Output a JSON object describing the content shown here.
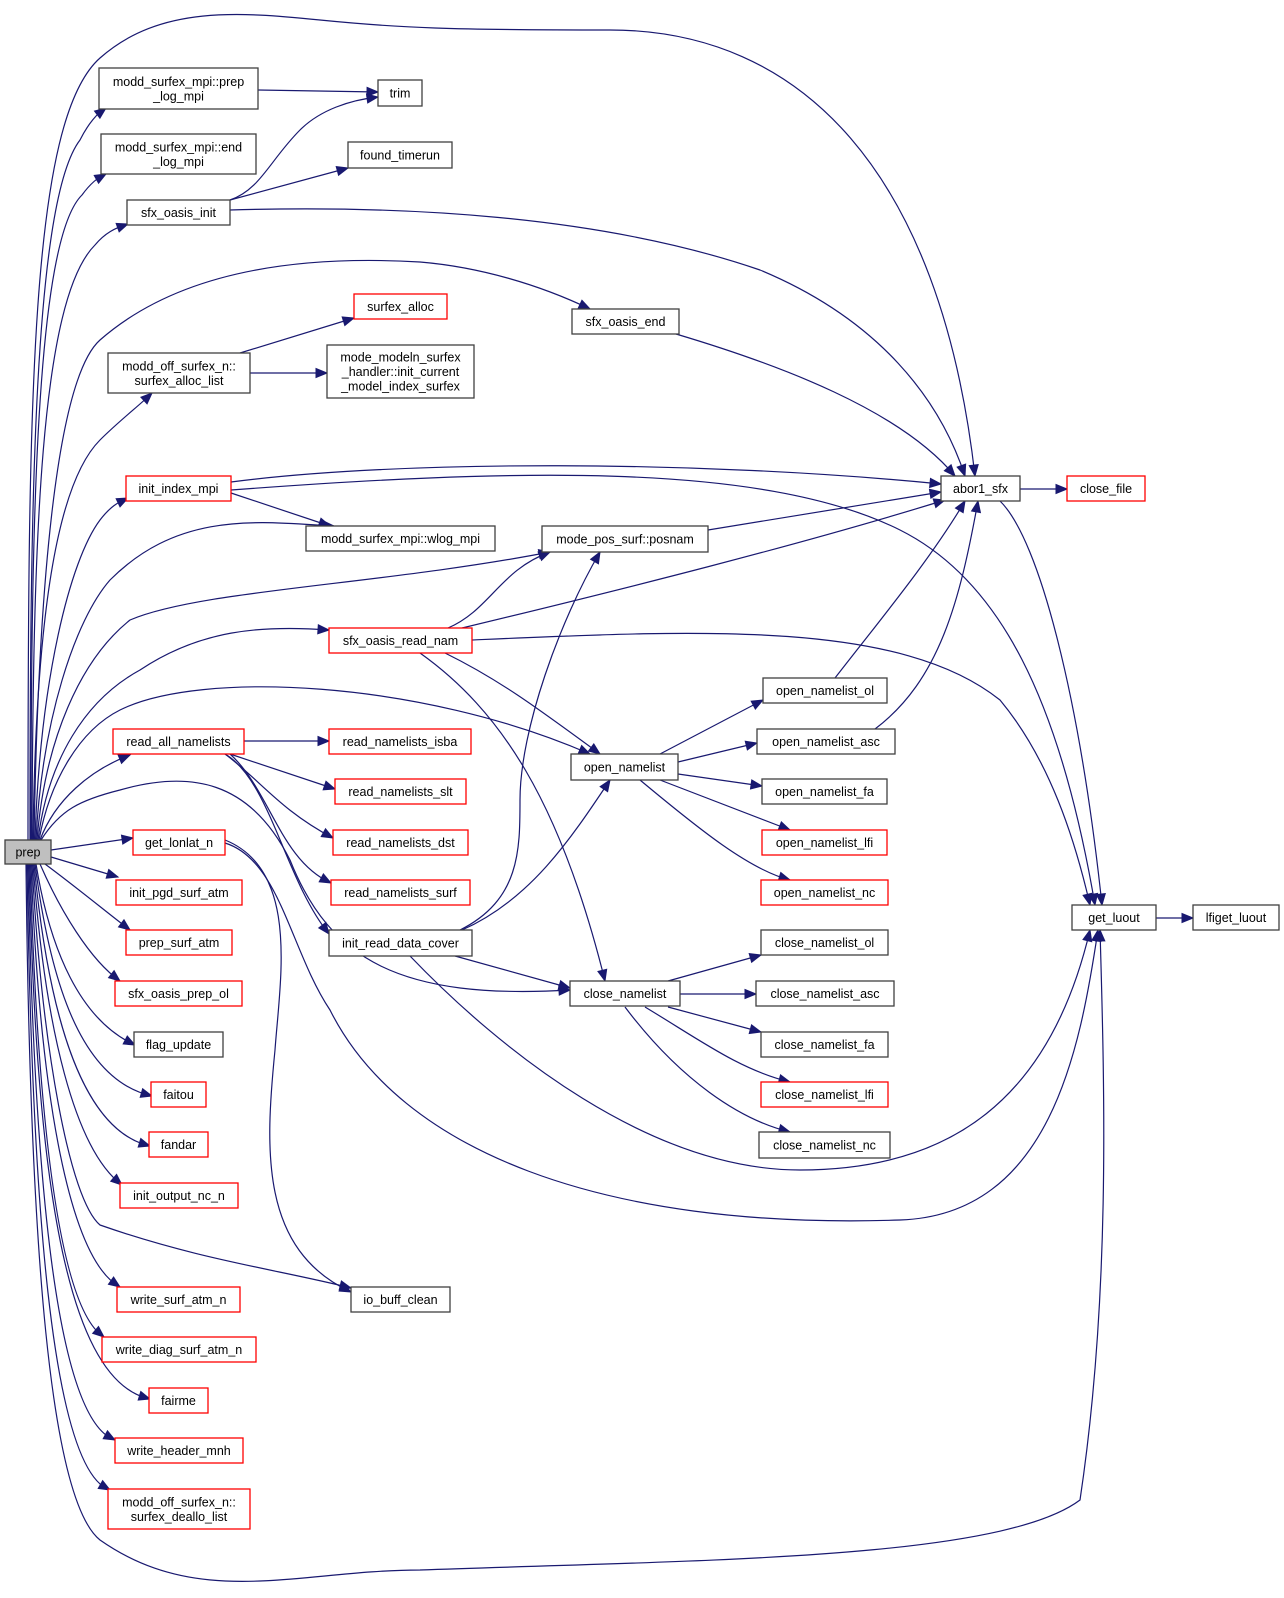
{
  "diagram": {
    "type": "call-graph",
    "root": "prep",
    "colors": {
      "edge": "#191970",
      "border_documented": "#404040",
      "border_truncated": "#ff0000",
      "root_fill": "#bfbfbf"
    },
    "nodes": [
      {
        "id": "prep",
        "lines": [
          "prep"
        ],
        "kind": "root"
      },
      {
        "id": "prep_log_mpi",
        "lines": [
          "modd_surfex_mpi::prep",
          "_log_mpi"
        ],
        "kind": "normal"
      },
      {
        "id": "end_log_mpi",
        "lines": [
          "modd_surfex_mpi::end",
          "_log_mpi"
        ],
        "kind": "normal"
      },
      {
        "id": "sfx_oasis_init",
        "lines": [
          "sfx_oasis_init"
        ],
        "kind": "normal"
      },
      {
        "id": "trim",
        "lines": [
          "trim"
        ],
        "kind": "normal"
      },
      {
        "id": "found_timerun",
        "lines": [
          "found_timerun"
        ],
        "kind": "normal"
      },
      {
        "id": "surfex_alloc",
        "lines": [
          "surfex_alloc"
        ],
        "kind": "truncated"
      },
      {
        "id": "sfx_oasis_end",
        "lines": [
          "sfx_oasis_end"
        ],
        "kind": "normal"
      },
      {
        "id": "surfex_alloc_list",
        "lines": [
          "modd_off_surfex_n::",
          "surfex_alloc_list"
        ],
        "kind": "normal"
      },
      {
        "id": "init_current_model",
        "lines": [
          "mode_modeln_surfex",
          "_handler::init_current",
          "_model_index_surfex"
        ],
        "kind": "normal"
      },
      {
        "id": "init_index_mpi",
        "lines": [
          "init_index_mpi"
        ],
        "kind": "truncated"
      },
      {
        "id": "wlog_mpi",
        "lines": [
          "modd_surfex_mpi::wlog_mpi"
        ],
        "kind": "normal"
      },
      {
        "id": "posnam",
        "lines": [
          "mode_pos_surf::posnam"
        ],
        "kind": "normal"
      },
      {
        "id": "abor1_sfx",
        "lines": [
          "abor1_sfx"
        ],
        "kind": "normal"
      },
      {
        "id": "close_file",
        "lines": [
          "close_file"
        ],
        "kind": "truncated"
      },
      {
        "id": "sfx_oasis_read_nam",
        "lines": [
          "sfx_oasis_read_nam"
        ],
        "kind": "truncated"
      },
      {
        "id": "open_namelist_ol",
        "lines": [
          "open_namelist_ol"
        ],
        "kind": "normal"
      },
      {
        "id": "read_all_namelists",
        "lines": [
          "read_all_namelists"
        ],
        "kind": "truncated"
      },
      {
        "id": "read_namelists_isba",
        "lines": [
          "read_namelists_isba"
        ],
        "kind": "truncated"
      },
      {
        "id": "open_namelist",
        "lines": [
          "open_namelist"
        ],
        "kind": "normal"
      },
      {
        "id": "open_namelist_asc",
        "lines": [
          "open_namelist_asc"
        ],
        "kind": "normal"
      },
      {
        "id": "read_namelists_slt",
        "lines": [
          "read_namelists_slt"
        ],
        "kind": "truncated"
      },
      {
        "id": "open_namelist_fa",
        "lines": [
          "open_namelist_fa"
        ],
        "kind": "normal"
      },
      {
        "id": "get_lonlat_n",
        "lines": [
          "get_lonlat_n"
        ],
        "kind": "truncated"
      },
      {
        "id": "read_namelists_dst",
        "lines": [
          "read_namelists_dst"
        ],
        "kind": "truncated"
      },
      {
        "id": "open_namelist_lfi",
        "lines": [
          "open_namelist_lfi"
        ],
        "kind": "truncated"
      },
      {
        "id": "init_pgd_surf_atm",
        "lines": [
          "init_pgd_surf_atm"
        ],
        "kind": "truncated"
      },
      {
        "id": "read_namelists_surf",
        "lines": [
          "read_namelists_surf"
        ],
        "kind": "truncated"
      },
      {
        "id": "open_namelist_nc",
        "lines": [
          "open_namelist_nc"
        ],
        "kind": "truncated"
      },
      {
        "id": "get_luout",
        "lines": [
          "get_luout"
        ],
        "kind": "normal"
      },
      {
        "id": "lfiget_luout",
        "lines": [
          "lfiget_luout"
        ],
        "kind": "normal"
      },
      {
        "id": "prep_surf_atm",
        "lines": [
          "prep_surf_atm"
        ],
        "kind": "truncated"
      },
      {
        "id": "init_read_data_cover",
        "lines": [
          "init_read_data_cover"
        ],
        "kind": "normal"
      },
      {
        "id": "close_namelist_ol",
        "lines": [
          "close_namelist_ol"
        ],
        "kind": "normal"
      },
      {
        "id": "sfx_oasis_prep_ol",
        "lines": [
          "sfx_oasis_prep_ol"
        ],
        "kind": "truncated"
      },
      {
        "id": "close_namelist",
        "lines": [
          "close_namelist"
        ],
        "kind": "normal"
      },
      {
        "id": "close_namelist_asc",
        "lines": [
          "close_namelist_asc"
        ],
        "kind": "normal"
      },
      {
        "id": "flag_update",
        "lines": [
          "flag_update"
        ],
        "kind": "normal"
      },
      {
        "id": "close_namelist_fa",
        "lines": [
          "close_namelist_fa"
        ],
        "kind": "normal"
      },
      {
        "id": "faitou",
        "lines": [
          "faitou"
        ],
        "kind": "truncated"
      },
      {
        "id": "close_namelist_lfi",
        "lines": [
          "close_namelist_lfi"
        ],
        "kind": "truncated"
      },
      {
        "id": "fandar",
        "lines": [
          "fandar"
        ],
        "kind": "truncated"
      },
      {
        "id": "close_namelist_nc",
        "lines": [
          "close_namelist_nc"
        ],
        "kind": "normal"
      },
      {
        "id": "init_output_nc_n",
        "lines": [
          "init_output_nc_n"
        ],
        "kind": "truncated"
      },
      {
        "id": "io_buff_clean",
        "lines": [
          "io_buff_clean"
        ],
        "kind": "normal"
      },
      {
        "id": "write_surf_atm_n",
        "lines": [
          "write_surf_atm_n"
        ],
        "kind": "truncated"
      },
      {
        "id": "write_diag_surf_atm_n",
        "lines": [
          "write_diag_surf_atm_n"
        ],
        "kind": "truncated"
      },
      {
        "id": "fairme",
        "lines": [
          "fairme"
        ],
        "kind": "truncated"
      },
      {
        "id": "write_header_mnh",
        "lines": [
          "write_header_mnh"
        ],
        "kind": "truncated"
      },
      {
        "id": "surfex_deallo_list",
        "lines": [
          "modd_off_surfex_n::",
          "surfex_deallo_list"
        ],
        "kind": "truncated"
      }
    ],
    "edges": [
      [
        "prep",
        "prep_log_mpi"
      ],
      [
        "prep",
        "end_log_mpi"
      ],
      [
        "prep",
        "sfx_oasis_init"
      ],
      [
        "prep",
        "abor1_sfx"
      ],
      [
        "prep",
        "sfx_oasis_end"
      ],
      [
        "prep",
        "surfex_alloc_list"
      ],
      [
        "prep",
        "init_index_mpi"
      ],
      [
        "prep",
        "wlog_mpi"
      ],
      [
        "prep",
        "posnam"
      ],
      [
        "prep",
        "sfx_oasis_read_nam"
      ],
      [
        "prep",
        "open_namelist"
      ],
      [
        "prep",
        "read_all_namelists"
      ],
      [
        "prep",
        "close_namelist"
      ],
      [
        "prep",
        "get_lonlat_n"
      ],
      [
        "prep",
        "init_pgd_surf_atm"
      ],
      [
        "prep",
        "prep_surf_atm"
      ],
      [
        "prep",
        "sfx_oasis_prep_ol"
      ],
      [
        "prep",
        "flag_update"
      ],
      [
        "prep",
        "faitou"
      ],
      [
        "prep",
        "fandar"
      ],
      [
        "prep",
        "init_output_nc_n"
      ],
      [
        "prep",
        "io_buff_clean"
      ],
      [
        "prep",
        "write_surf_atm_n"
      ],
      [
        "prep",
        "write_diag_surf_atm_n"
      ],
      [
        "prep",
        "fairme"
      ],
      [
        "prep",
        "write_header_mnh"
      ],
      [
        "prep",
        "surfex_deallo_list"
      ],
      [
        "prep",
        "get_luout"
      ],
      [
        "prep_log_mpi",
        "trim"
      ],
      [
        "sfx_oasis_init",
        "trim"
      ],
      [
        "sfx_oasis_init",
        "found_timerun"
      ],
      [
        "sfx_oasis_init",
        "abor1_sfx"
      ],
      [
        "surfex_alloc_list",
        "surfex_alloc"
      ],
      [
        "surfex_alloc_list",
        "init_current_model"
      ],
      [
        "sfx_oasis_end",
        "abor1_sfx"
      ],
      [
        "init_index_mpi",
        "abor1_sfx"
      ],
      [
        "init_index_mpi",
        "wlog_mpi"
      ],
      [
        "init_index_mpi",
        "get_luout"
      ],
      [
        "posnam",
        "abor1_sfx"
      ],
      [
        "abor1_sfx",
        "close_file"
      ],
      [
        "abor1_sfx",
        "get_luout"
      ],
      [
        "sfx_oasis_read_nam",
        "posnam"
      ],
      [
        "sfx_oasis_read_nam",
        "abor1_sfx"
      ],
      [
        "sfx_oasis_read_nam",
        "open_namelist"
      ],
      [
        "sfx_oasis_read_nam",
        "close_namelist"
      ],
      [
        "sfx_oasis_read_nam",
        "get_luout"
      ],
      [
        "open_namelist_ol",
        "abor1_sfx"
      ],
      [
        "open_namelist_asc",
        "abor1_sfx"
      ],
      [
        "read_all_namelists",
        "read_namelists_isba"
      ],
      [
        "read_all_namelists",
        "read_namelists_slt"
      ],
      [
        "read_all_namelists",
        "read_namelists_dst"
      ],
      [
        "read_all_namelists",
        "read_namelists_surf"
      ],
      [
        "read_all_namelists",
        "init_read_data_cover"
      ],
      [
        "open_namelist",
        "open_namelist_ol"
      ],
      [
        "open_namelist",
        "open_namelist_asc"
      ],
      [
        "open_namelist",
        "open_namelist_fa"
      ],
      [
        "open_namelist",
        "open_namelist_lfi"
      ],
      [
        "open_namelist",
        "open_namelist_nc"
      ],
      [
        "get_lonlat_n",
        "io_buff_clean"
      ],
      [
        "get_lonlat_n",
        "get_luout"
      ],
      [
        "init_read_data_cover",
        "posnam"
      ],
      [
        "init_read_data_cover",
        "open_namelist"
      ],
      [
        "init_read_data_cover",
        "close_namelist"
      ],
      [
        "init_read_data_cover",
        "get_luout"
      ],
      [
        "close_namelist",
        "close_namelist_ol"
      ],
      [
        "close_namelist",
        "close_namelist_asc"
      ],
      [
        "close_namelist",
        "close_namelist_fa"
      ],
      [
        "close_namelist",
        "close_namelist_lfi"
      ],
      [
        "close_namelist",
        "close_namelist_nc"
      ],
      [
        "get_luout",
        "lfiget_luout"
      ]
    ]
  }
}
